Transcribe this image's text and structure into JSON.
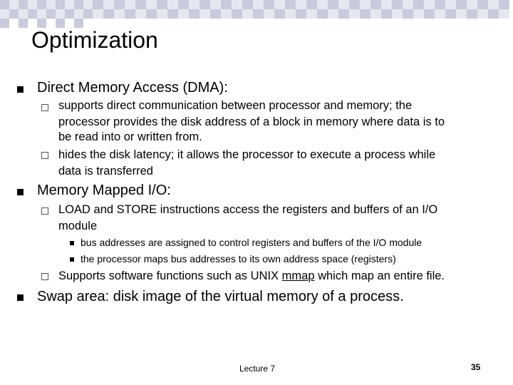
{
  "slide": {
    "title": "Optimization",
    "bullets": [
      {
        "text": "Direct Memory Access (DMA):",
        "sub": [
          "supports direct communication between processor and memory; the processor provides the disk address of a block in memory where data is to be read into or written from.",
          "hides the disk latency; it allows the processor to execute a process while data is transferred"
        ]
      },
      {
        "text": "Memory Mapped I/O:",
        "sub": [
          "LOAD and STORE instructions access the registers and buffers of an I/O module",
          "Supports software functions such as UNIX mmap which map an entire file."
        ],
        "subsub": [
          "bus addresses are assigned to control registers and buffers of the I/O module",
          "the processor maps bus addresses to its own address space (registers)"
        ]
      },
      {
        "text": "Swap area: disk image of the virtual memory of a process."
      }
    ],
    "sub2_prefix": "Supports software functions such as UNIX ",
    "sub2_link": "mmap",
    "sub2_suffix": " which map an entire file.",
    "sub0_line1": "supports direct communication between processor and memory; the",
    "sub0_line2": "processor provides the disk address of a block in memory where data is to",
    "sub0_line3": "be read into or written from.",
    "sub1_line1": "hides the disk latency; it allows the processor to execute a process while",
    "sub1_line2": "data is transferred",
    "mm_line1": " LOAD and STORE instructions access the registers and buffers of an I/O",
    "mm_line2": "module"
  },
  "footer": {
    "lecture": "Lecture 7",
    "page_number": "35"
  },
  "colors": {
    "tile_dark": "#c7cbdc",
    "tile_light": "#e6e8f0"
  }
}
